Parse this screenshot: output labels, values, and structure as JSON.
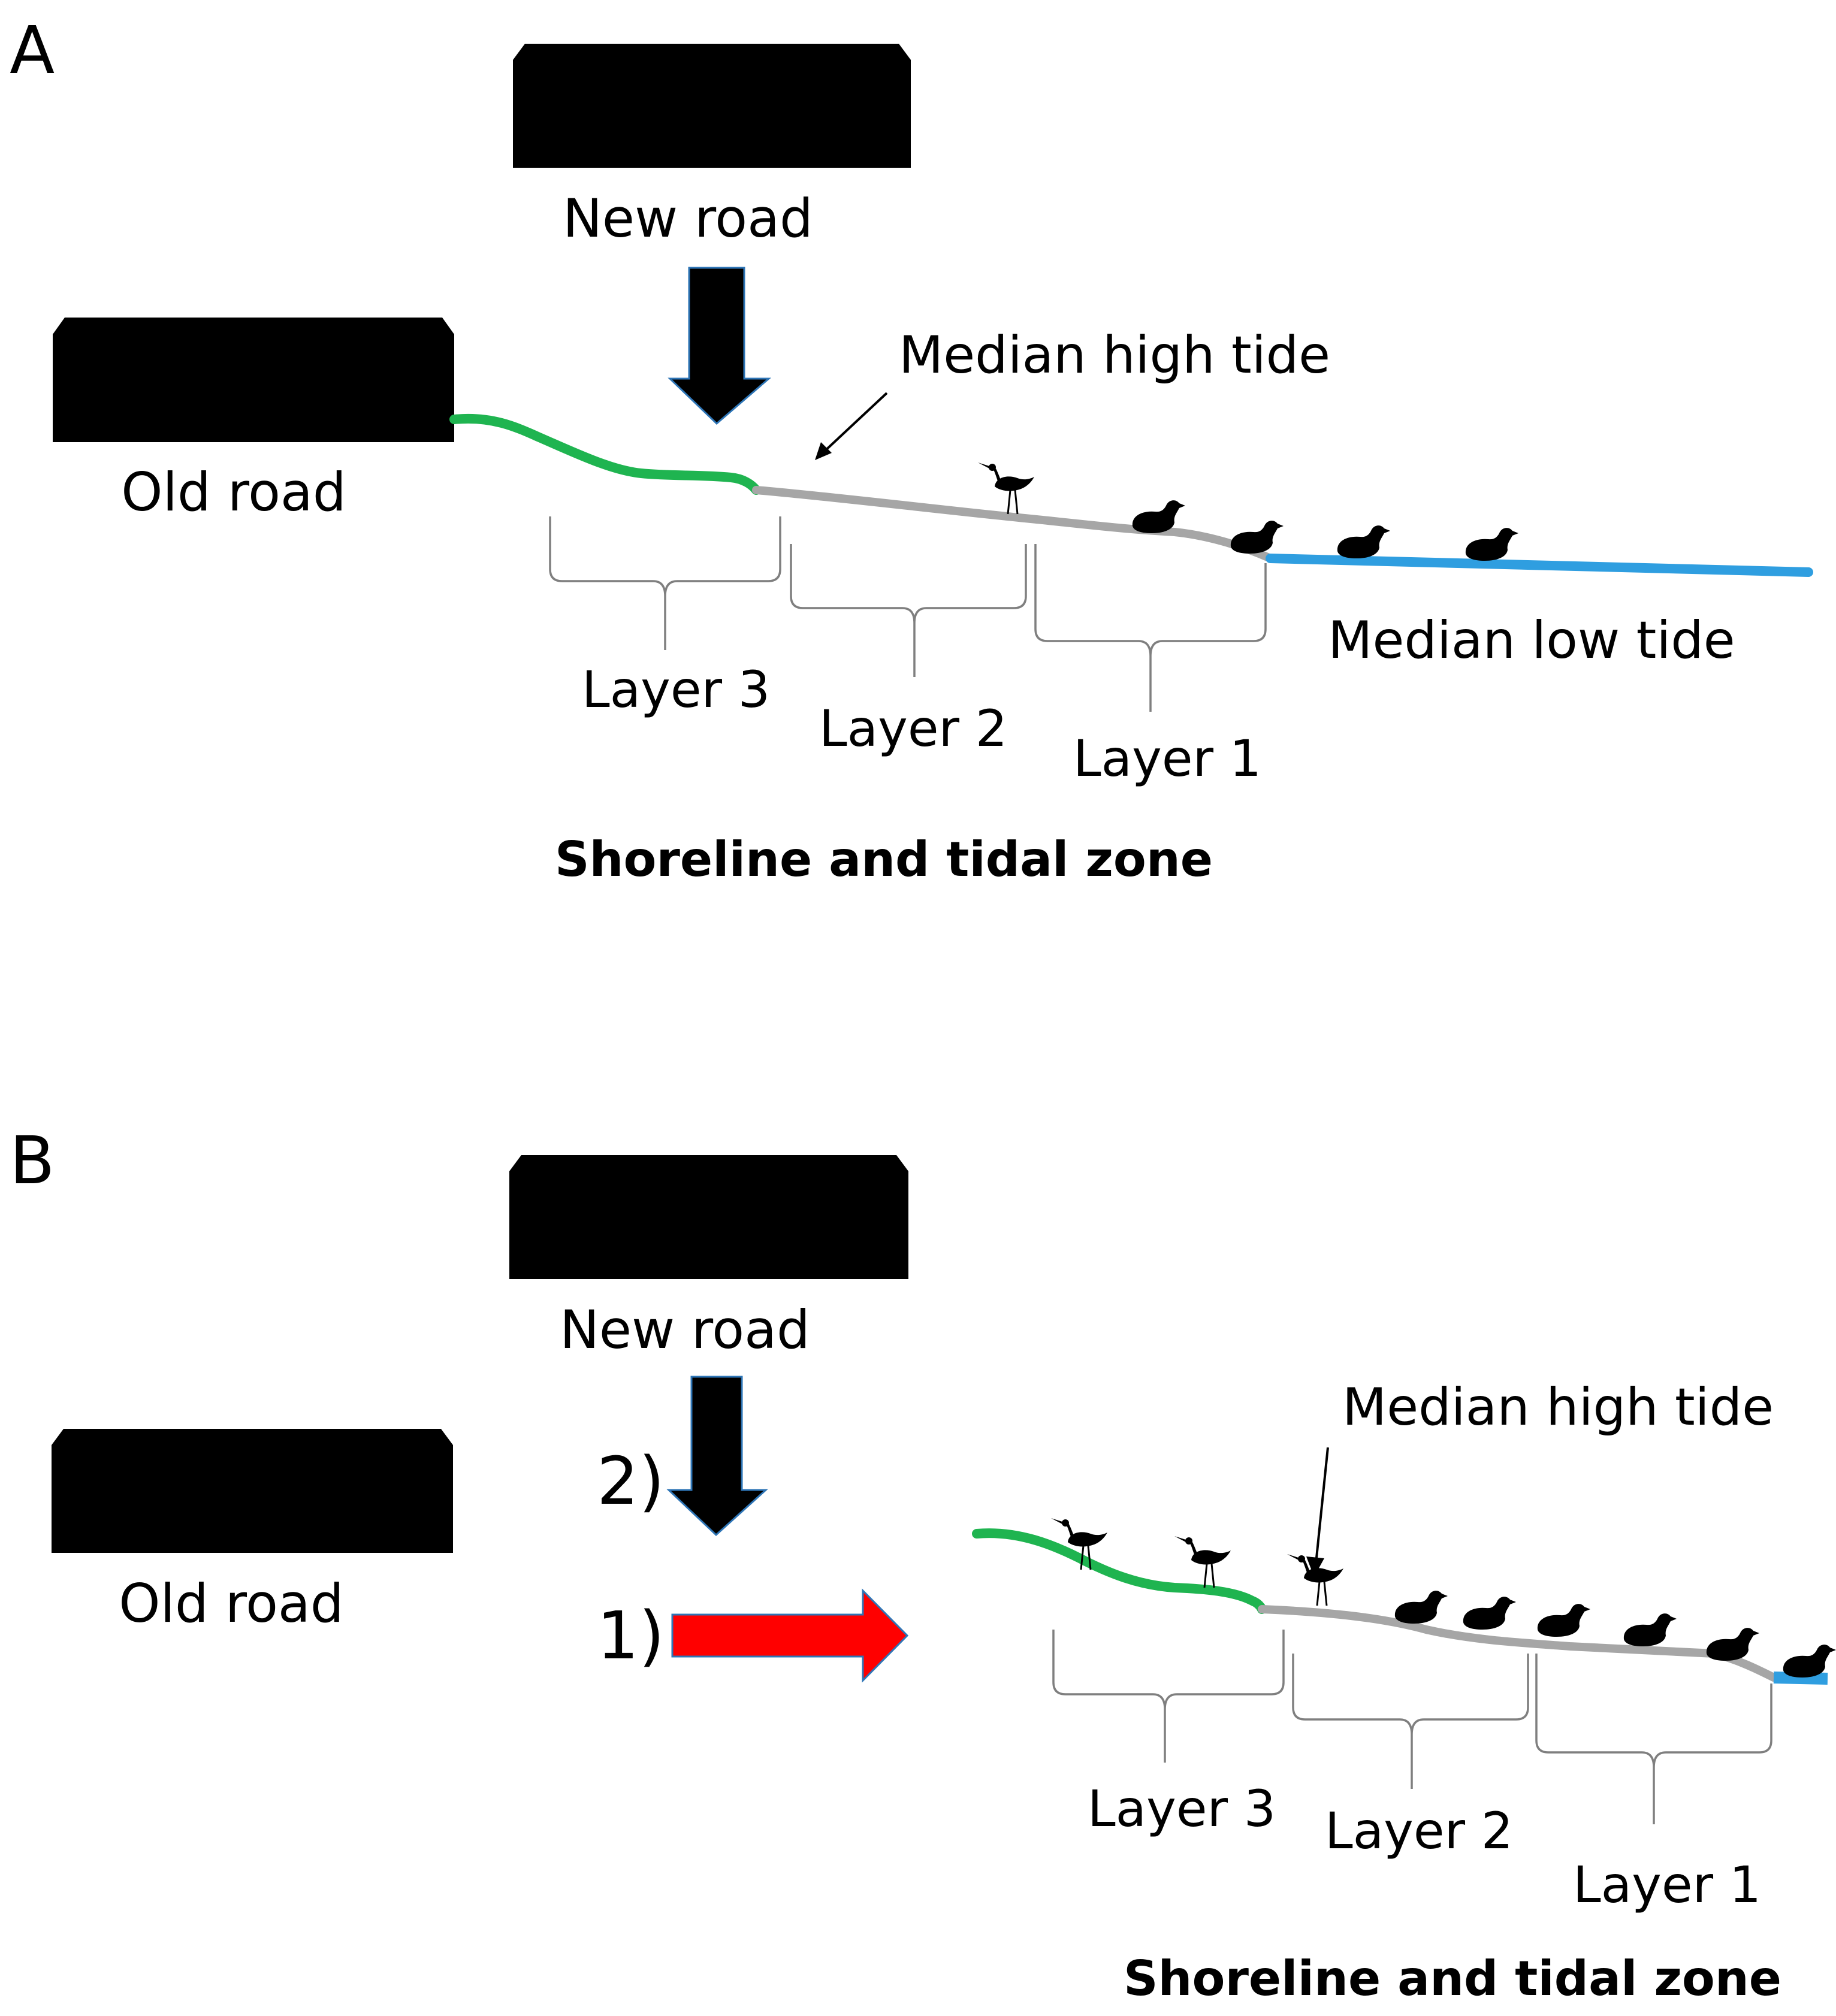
{
  "panels": {
    "a": {
      "letter": "A",
      "new_road": "New road",
      "old_road": "Old road",
      "high_tide": "Median high tide",
      "low_tide": "Median low tide",
      "layer3": "Layer 3",
      "layer2": "Layer 2",
      "layer1": "Layer 1",
      "title": "Shoreline and tidal zone"
    },
    "b": {
      "letter": "B",
      "new_road": "New road",
      "old_road": "Old road",
      "high_tide": "Median high tide",
      "step2": "2)",
      "step1": "1)",
      "layer3": "Layer 3",
      "layer2": "Layer 2",
      "layer1": "Layer 1",
      "title": "Shoreline and tidal zone"
    }
  },
  "icons": {
    "road": "road-block",
    "down_arrow": "down-arrow-icon",
    "right_arrow": "right-arrow-icon",
    "wader": "wading-bird-icon",
    "duck": "duck-icon"
  },
  "colors": {
    "road": "#000000",
    "vegetation": "#1fb450",
    "intertidal": "#a6a6a6",
    "water": "#2f9ee0",
    "arrow_black": "#000000",
    "arrow_outline": "#2e75b6",
    "arrow_red": "#ff0000",
    "bracket": "#7f7f7f"
  }
}
